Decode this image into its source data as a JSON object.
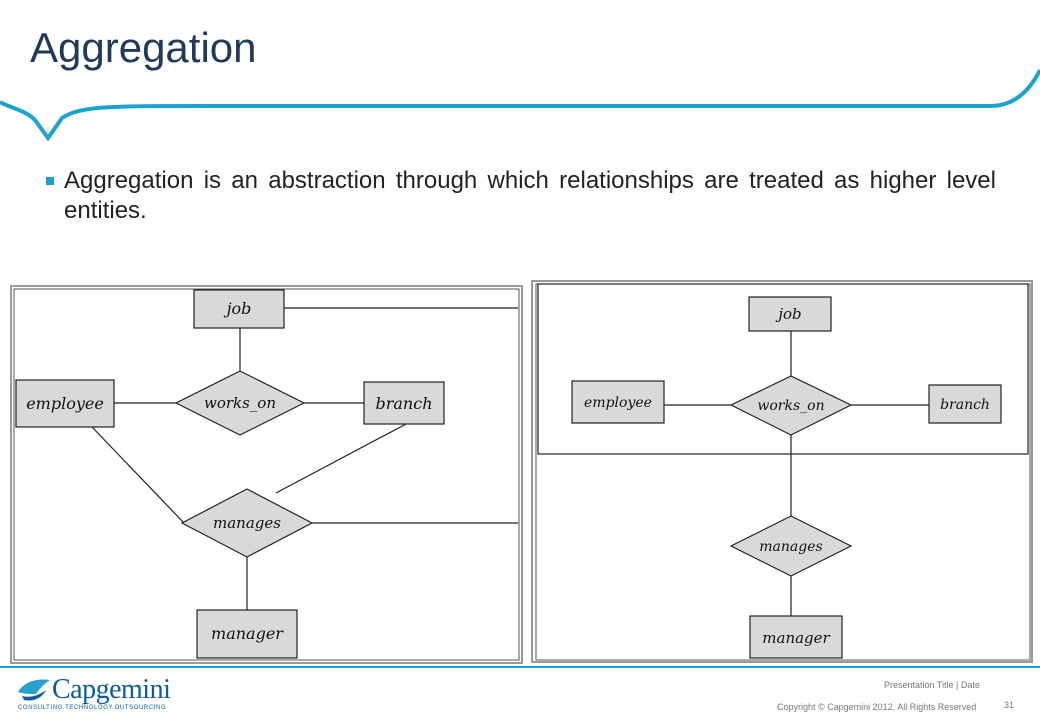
{
  "slide": {
    "title": "Aggregation",
    "bullet": "Aggregation is an abstraction through which relationships are treated as higher level entities."
  },
  "diagram_left": {
    "entities": {
      "job": "job",
      "employee": "employee",
      "branch": "branch",
      "manager": "manager"
    },
    "relationships": {
      "works_on": "works_on",
      "manages": "manages"
    }
  },
  "diagram_right": {
    "entities": {
      "job": "job",
      "employee": "employee",
      "branch": "branch",
      "manager": "manager"
    },
    "relationships": {
      "works_on": "works_on",
      "manages": "manages"
    }
  },
  "footer": {
    "brand": "Capgemini",
    "tagline": "CONSULTING.TECHNOLOGY.OUTSOURCING",
    "presentation_title": "Presentation Title | Date",
    "copyright": "Copyright © Capgemini 2012. All Rights Reserved",
    "page_number": "31"
  },
  "colors": {
    "title": "#1f3a5a",
    "accent": "#17a3cf",
    "box_fill": "#d9d9d9"
  }
}
